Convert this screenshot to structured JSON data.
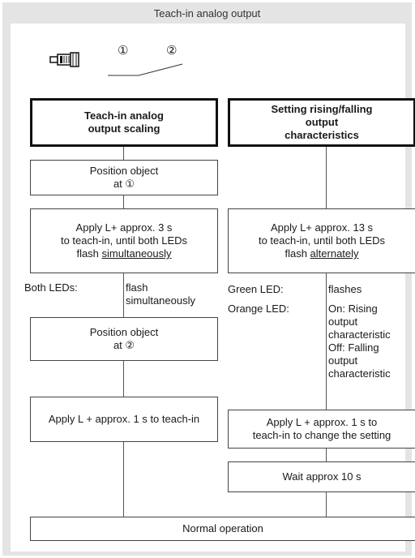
{
  "title": "Teach-in analog output",
  "symbols": {
    "pos1": "①",
    "pos2": "②"
  },
  "left": {
    "header": [
      "Teach-in analog",
      "output scaling"
    ],
    "position1": [
      "Position object",
      "at ①"
    ],
    "apply3": [
      "Apply L+ approx. 3 s",
      "to teach-in, until both LEDs"
    ],
    "apply3_flash_prefix": "flash ",
    "apply3_flash_u": "simultaneously",
    "both_leds_label": "Both LEDs:",
    "both_leds_value": [
      "flash",
      "simultaneously"
    ],
    "position2": [
      "Position object",
      "at ②"
    ],
    "apply1": "Apply L + approx. 1 s to teach-in"
  },
  "right": {
    "header": [
      "Setting rising/falling",
      "output",
      "characteristics"
    ],
    "apply13": [
      "Apply L+ approx. 13 s",
      "to teach-in, until both LEDs"
    ],
    "apply13_flash_prefix": "flash ",
    "apply13_flash_u": "alternately",
    "green_label": "Green LED:",
    "green_value": "flashes",
    "orange_label": "Orange LED:",
    "orange_value": [
      "On: Rising",
      "output",
      "characteristic",
      "Off: Falling",
      "output",
      "characteristic"
    ],
    "apply1_change": [
      "Apply L + approx. 1 s to",
      "teach-in to change the setting"
    ],
    "wait": "Wait approx 10 s"
  },
  "normal": "Normal operation"
}
